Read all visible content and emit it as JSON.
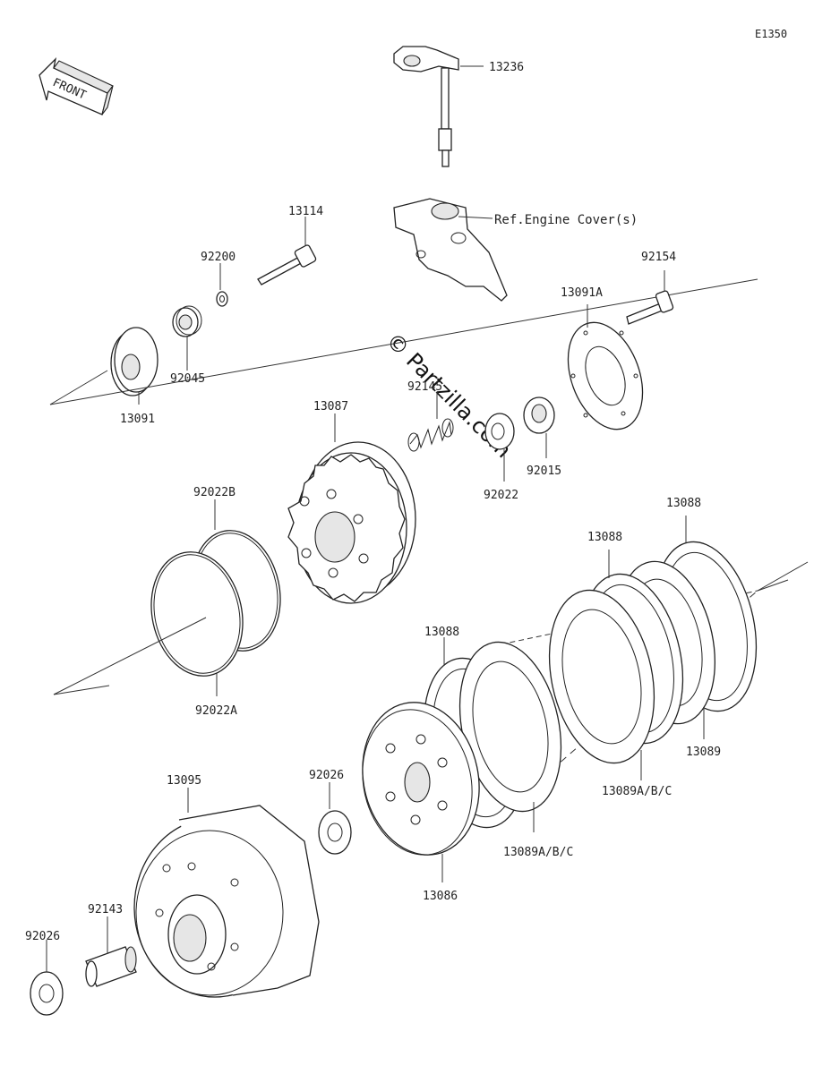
{
  "diagram_code": "E1350",
  "front_label": "FRONT",
  "watermark": "© Partzilla.com",
  "ref_note": "Ref.Engine Cover(s)",
  "parts": {
    "p13236": "13236",
    "p13114": "13114",
    "p92200": "92200",
    "p92045": "92045",
    "p13091": "13091",
    "p92154": "92154",
    "p13091A": "13091A",
    "p13087": "13087",
    "p92145": "92145",
    "p92022": "92022",
    "p92015": "92015",
    "p92022B": "92022B",
    "p92022A": "92022A",
    "p13088a": "13088",
    "p13088b": "13088",
    "p13088c": "13088",
    "p13089": "13089",
    "p13089ABC_a": "13089A/B/C",
    "p13089ABC_b": "13089A/B/C",
    "p13095": "13095",
    "p92026a": "92026",
    "p92026b": "92026",
    "p92143": "92143",
    "p13086": "13086"
  }
}
